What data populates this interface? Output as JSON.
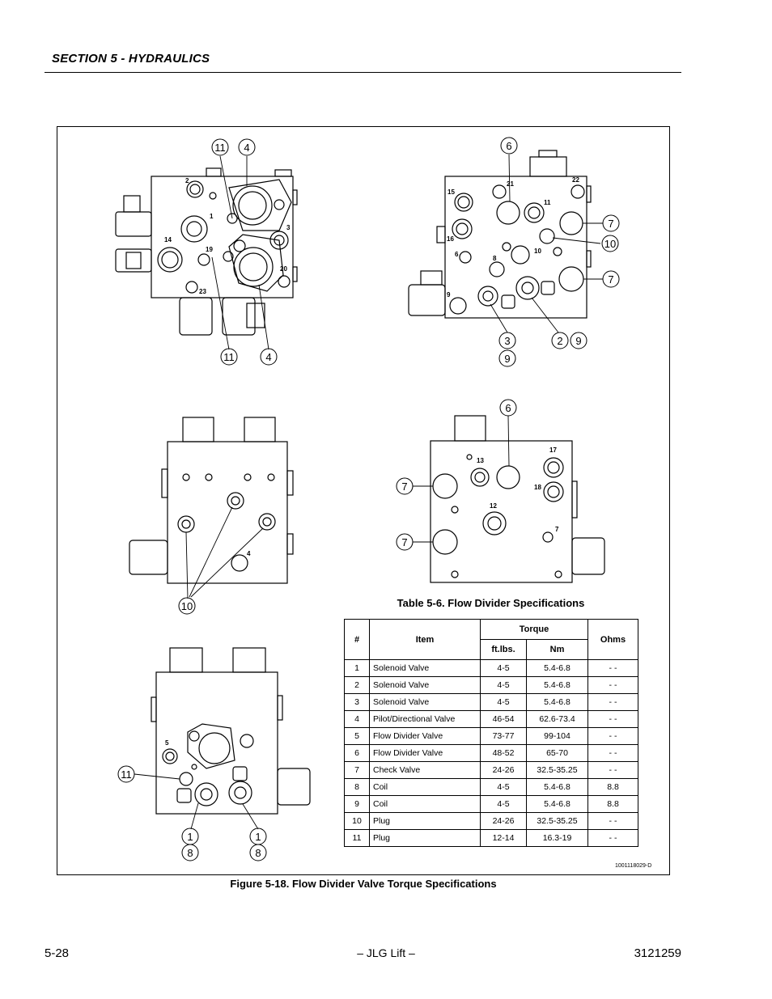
{
  "header": {
    "section_title": "SECTION 5 - HYDRAULICS"
  },
  "table": {
    "title": "Table 5-6. Flow Divider Specifications",
    "headers": {
      "num": "#",
      "item": "Item",
      "torque": "Torque",
      "ftlbs": "ft.lbs.",
      "nm": "Nm",
      "ohms": "Ohms"
    },
    "rows": [
      {
        "num": "1",
        "item": "Solenoid Valve",
        "ftlbs": "4-5",
        "nm": "5.4-6.8",
        "ohms": "- -"
      },
      {
        "num": "2",
        "item": "Solenoid Valve",
        "ftlbs": "4-5",
        "nm": "5.4-6.8",
        "ohms": "- -"
      },
      {
        "num": "3",
        "item": "Solenoid Valve",
        "ftlbs": "4-5",
        "nm": "5.4-6.8",
        "ohms": "- -"
      },
      {
        "num": "4",
        "item": "Pilot/Directional Valve",
        "ftlbs": "46-54",
        "nm": "62.6-73.4",
        "ohms": "- -"
      },
      {
        "num": "5",
        "item": "Flow Divider Valve",
        "ftlbs": "73-77",
        "nm": "99-104",
        "ohms": "- -"
      },
      {
        "num": "6",
        "item": "Flow Divider Valve",
        "ftlbs": "48-52",
        "nm": "65-70",
        "ohms": "- -"
      },
      {
        "num": "7",
        "item": "Check Valve",
        "ftlbs": "24-26",
        "nm": "32.5-35.25",
        "ohms": "- -"
      },
      {
        "num": "8",
        "item": "Coil",
        "ftlbs": "4-5",
        "nm": "5.4-6.8",
        "ohms": "8.8"
      },
      {
        "num": "9",
        "item": "Coil",
        "ftlbs": "4-5",
        "nm": "5.4-6.8",
        "ohms": "8.8"
      },
      {
        "num": "10",
        "item": "Plug",
        "ftlbs": "24-26",
        "nm": "32.5-35.25",
        "ohms": "- -"
      },
      {
        "num": "11",
        "item": "Plug",
        "ftlbs": "12-14",
        "nm": "16.3-19",
        "ohms": "- -"
      }
    ]
  },
  "drawing_code": "1001118029-D",
  "figure_caption": "Figure 5-18.  Flow Divider Valve Torque Specifications",
  "callouts": {
    "c11": "11",
    "c4": "4",
    "c6": "6",
    "c7": "7",
    "c10": "10",
    "c3": "3",
    "c9": "9",
    "c2": "2",
    "c1": "1",
    "c8": "8"
  },
  "port_marks": {
    "p1": "1",
    "p2": "2",
    "p3": "3",
    "p5": "5",
    "p6": "6",
    "p7": "7",
    "p8": "8",
    "p9": "9",
    "p10": "10",
    "p11": "11",
    "p12": "12",
    "p13": "13",
    "p14": "14",
    "p15": "15",
    "p16": "16",
    "p17": "17",
    "p18": "18",
    "p19": "19",
    "p20": "20",
    "p21": "21",
    "p22": "22",
    "p23": "23",
    "p4": "4"
  },
  "footer": {
    "page_number": "5-28",
    "center": "– JLG Lift –",
    "doc_number": "3121259"
  }
}
